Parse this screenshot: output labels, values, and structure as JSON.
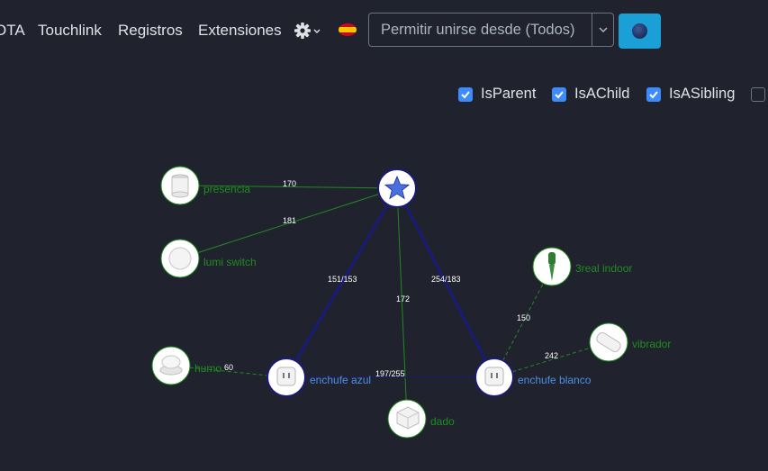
{
  "nav": {
    "items": [
      "OTA",
      "Touchlink",
      "Registros",
      "Extensiones"
    ],
    "settings_icon": "gear-icon",
    "language_icon": "spain-flag-icon",
    "permit_join": {
      "value": "Permitir unirse desde (Todos)"
    },
    "theme_icon": "globe-icon"
  },
  "filters": [
    {
      "label": "IsParent",
      "checked": true
    },
    {
      "label": "IsAChild",
      "checked": true
    },
    {
      "label": "IsASibling",
      "checked": true
    },
    {
      "label": "",
      "checked": false
    }
  ],
  "colors": {
    "router_text": "#4a90e2",
    "enddevice_text": "#1f8b1f",
    "mesh_link": "#1a1a7a",
    "child_link": "#1f8b1f"
  },
  "network": {
    "nodes": [
      {
        "id": "coordinator",
        "label": "",
        "icon": "star-icon"
      },
      {
        "id": "presencia",
        "label": "presencia",
        "icon": "motion-sensor-icon"
      },
      {
        "id": "lumi_switch",
        "label": "lumi switch",
        "icon": "button-icon"
      },
      {
        "id": "humo",
        "label": "humo",
        "icon": "smoke-detector-icon"
      },
      {
        "id": "enchufe_azul",
        "label": "enchufe azul",
        "icon": "plug-icon"
      },
      {
        "id": "dado",
        "label": "dado",
        "icon": "cube-icon"
      },
      {
        "id": "enchufe_blanco",
        "label": "enchufe blanco",
        "icon": "plug-icon"
      },
      {
        "id": "3real_indoor",
        "label": "3real indoor",
        "icon": "soil-sensor-icon"
      },
      {
        "id": "vibrador",
        "label": "vibrador",
        "icon": "vibration-sensor-icon"
      }
    ],
    "links": [
      {
        "label": "170"
      },
      {
        "label": "181"
      },
      {
        "label": "151/153"
      },
      {
        "label": "172"
      },
      {
        "label": "254/183"
      },
      {
        "label": "150"
      },
      {
        "label": "242"
      },
      {
        "label": "60"
      },
      {
        "label": "197/255"
      }
    ]
  }
}
